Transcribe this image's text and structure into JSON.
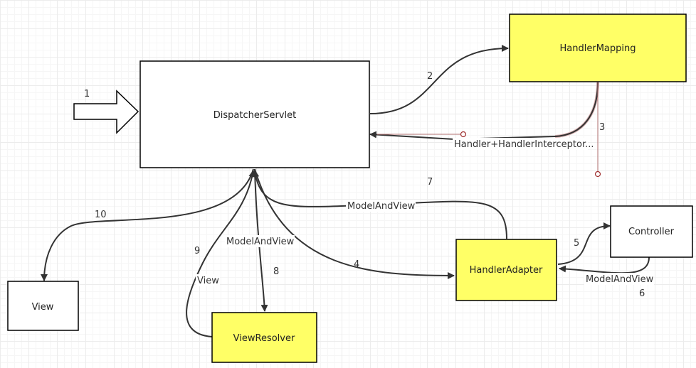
{
  "nodes": {
    "dispatcher": "DispatcherServlet",
    "handler_mapping": "HandlerMapping",
    "handler_adapter": "HandlerAdapter",
    "controller": "Controller",
    "view_resolver": "ViewResolver",
    "view": "View"
  },
  "steps": {
    "s1": "1",
    "s2": "2",
    "s3": "3",
    "s4": "4",
    "s5": "5",
    "s6": "6",
    "s7": "7",
    "s8": "8",
    "s9": "9",
    "s10": "10"
  },
  "edge_labels": {
    "handler_chain": "Handler+HandlerInterceptor...",
    "mav_adapter": "ModelAndView",
    "mav_resolver": "ModelAndView",
    "mav_controller": "ModelAndView",
    "view_return": "View"
  },
  "colors": {
    "highlight": "#ffff66",
    "edge": "#333333",
    "selected_edge": "#a03030"
  }
}
